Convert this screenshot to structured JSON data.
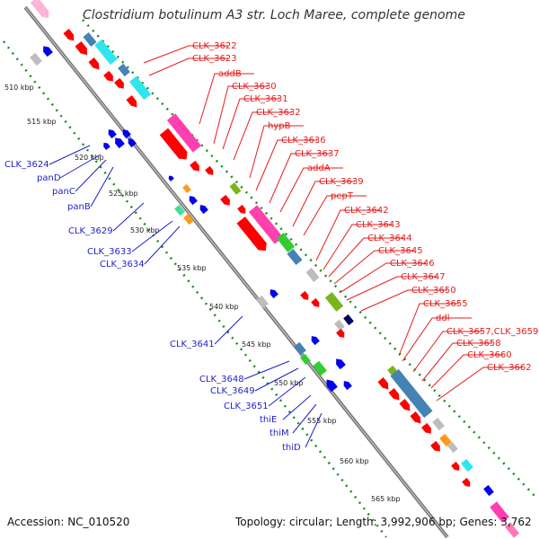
{
  "title": "Clostridium botulinum A3 str. Loch Maree, complete genome",
  "footer": {
    "accession": "Accession: NC_010520",
    "topology": "Topology: circular; Length: 3,992,906 bp; Genes: 3,762"
  },
  "colors": {
    "forward_label": "#e41c1c",
    "reverse_label": "#1f1fc8",
    "backbone": "#8c8c8c",
    "tick": "#1a8a1a"
  },
  "kbp_ticks": [
    "510 kbp",
    "515 kbp",
    "520 kbp",
    "525 kbp",
    "530 kbp",
    "535 kbp",
    "540 kbp",
    "545 kbp",
    "550 kbp",
    "555 kbp",
    "560 kbp",
    "565 kbp"
  ],
  "forward_labels": [
    "CLK_3622",
    "CLK_3623",
    "addB",
    "CLK_3630",
    "CLK_3631",
    "CLK_3632",
    "hypB",
    "CLK_3636",
    "CLK_3637",
    "addA",
    "CLK_3639",
    "pepT",
    "CLK_3642",
    "CLK_3643",
    "CLK_3644",
    "CLK_3645",
    "CLK_3646",
    "CLK_3647",
    "CLK_3650",
    "CLK_3655",
    "ddl",
    "CLK_3657,CLK_3659",
    "CLK_3658",
    "CLK_3660",
    "CLK_3662"
  ],
  "reverse_labels": [
    "CLK_3624",
    "panD",
    "panC",
    "panB",
    "CLK_3629",
    "CLK_3633",
    "CLK_3634",
    "CLK_3641",
    "CLK_3648",
    "CLK_3649",
    "CLK_3651",
    "thiE",
    "thiM",
    "thiD"
  ]
}
